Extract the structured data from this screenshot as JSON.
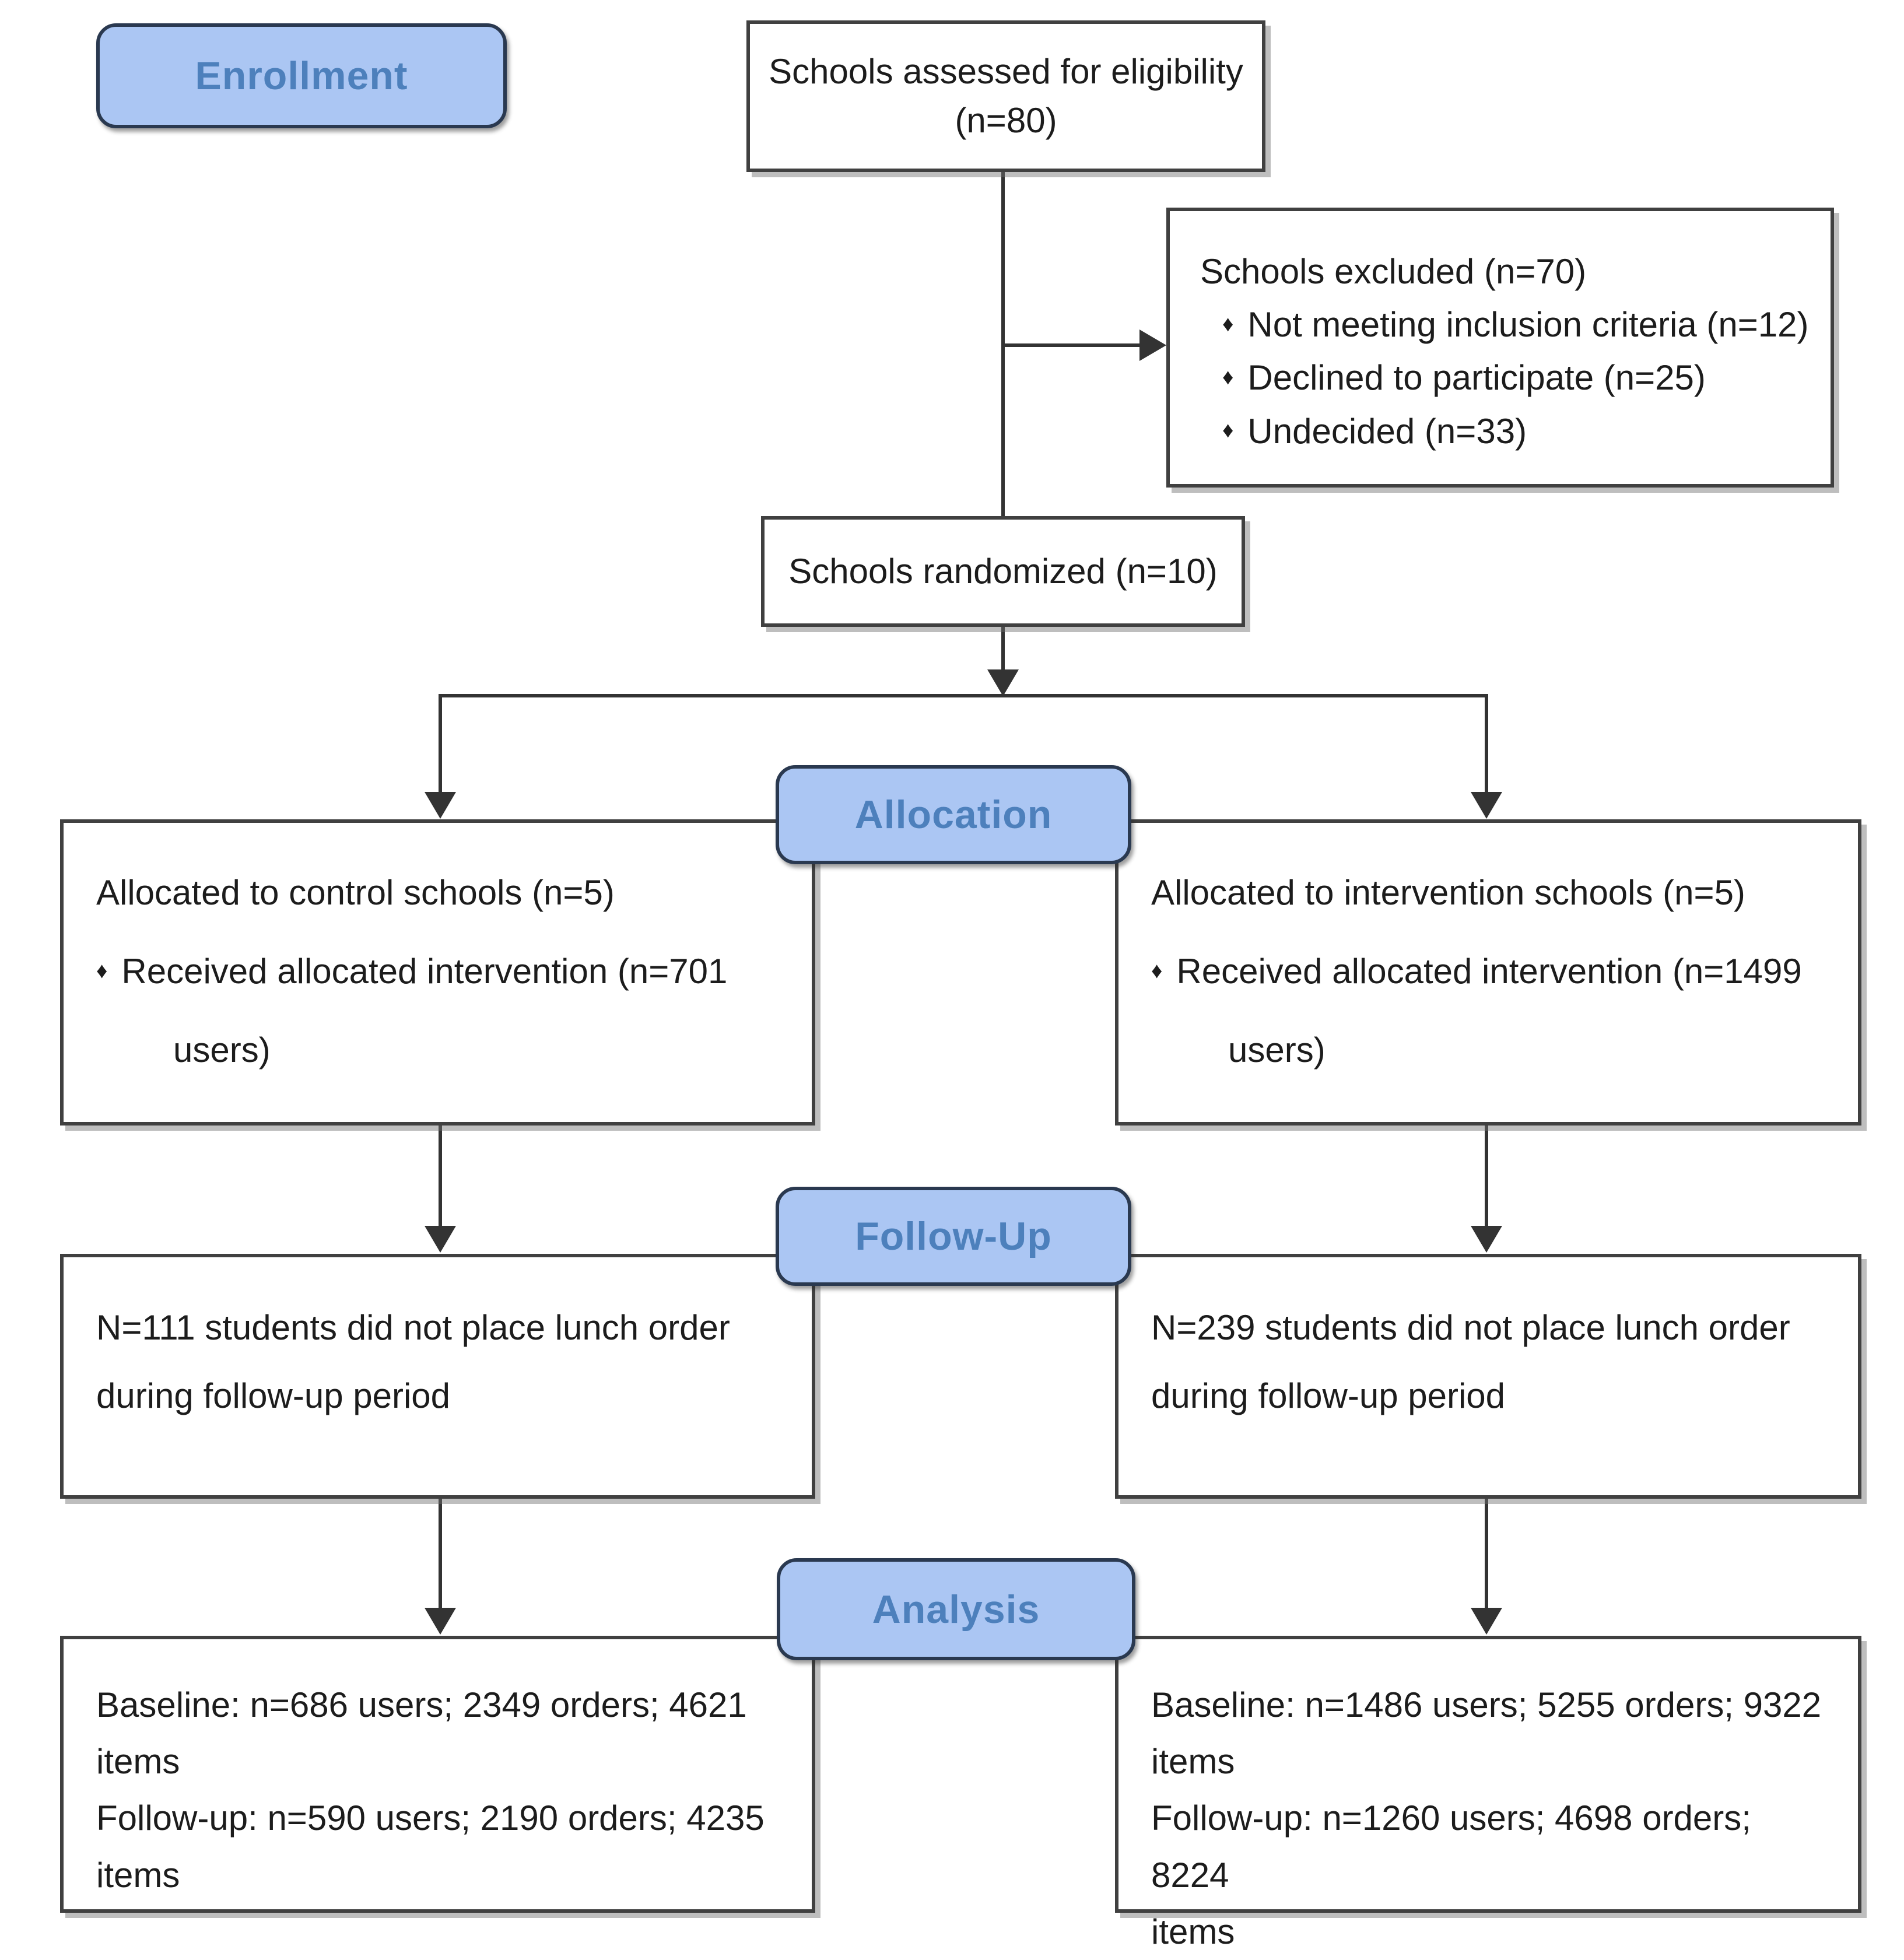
{
  "diagram": {
    "stages": {
      "enrollment": "Enrollment",
      "allocation": "Allocation",
      "followup": "Follow-Up",
      "analysis": "Analysis"
    },
    "glyphs": {
      "bullet": "♦"
    },
    "assessed": {
      "line1": "Schools assessed for eligibility",
      "line2": "(n=80)"
    },
    "excluded": {
      "title": "Schools excluded (n=70)",
      "bullets": [
        "Not meeting inclusion criteria (n=12)",
        "Declined to participate (n=25)",
        "Undecided (n=33)"
      ]
    },
    "randomized": {
      "label": "Schools randomized (n=10)"
    },
    "alloc_control": {
      "title": "Allocated to control schools (n=5)",
      "bullet": "Received allocated intervention (n=701",
      "bullet_cont": "users)"
    },
    "alloc_intervention": {
      "title": "Allocated to intervention schools (n=5)",
      "bullet": "Received allocated intervention (n=1499",
      "bullet_cont": "users)"
    },
    "followup_control": {
      "line1": "N=111 students did not place lunch order",
      "line2": "during follow-up period"
    },
    "followup_intervention": {
      "line1": "N=239 students did not place lunch order",
      "line2": "during follow-up period"
    },
    "analysis_control": {
      "lines": [
        "Baseline: n=686 users; 2349 orders; 4621",
        "items",
        "Follow-up: n=590 users; 2190 orders; 4235",
        "items"
      ]
    },
    "analysis_intervention": {
      "lines": [
        "Baseline: n=1486 users; 5255 orders; 9322",
        "items",
        "Follow-up: n=1260 users; 4698 orders; 8224",
        "items"
      ]
    },
    "colors": {
      "stage_fill": "#abc6f3",
      "stage_border": "#2a3950",
      "stage_text": "#4d80bc",
      "box_border": "#404040",
      "line": "#333333",
      "text": "#1c1c1c"
    }
  }
}
